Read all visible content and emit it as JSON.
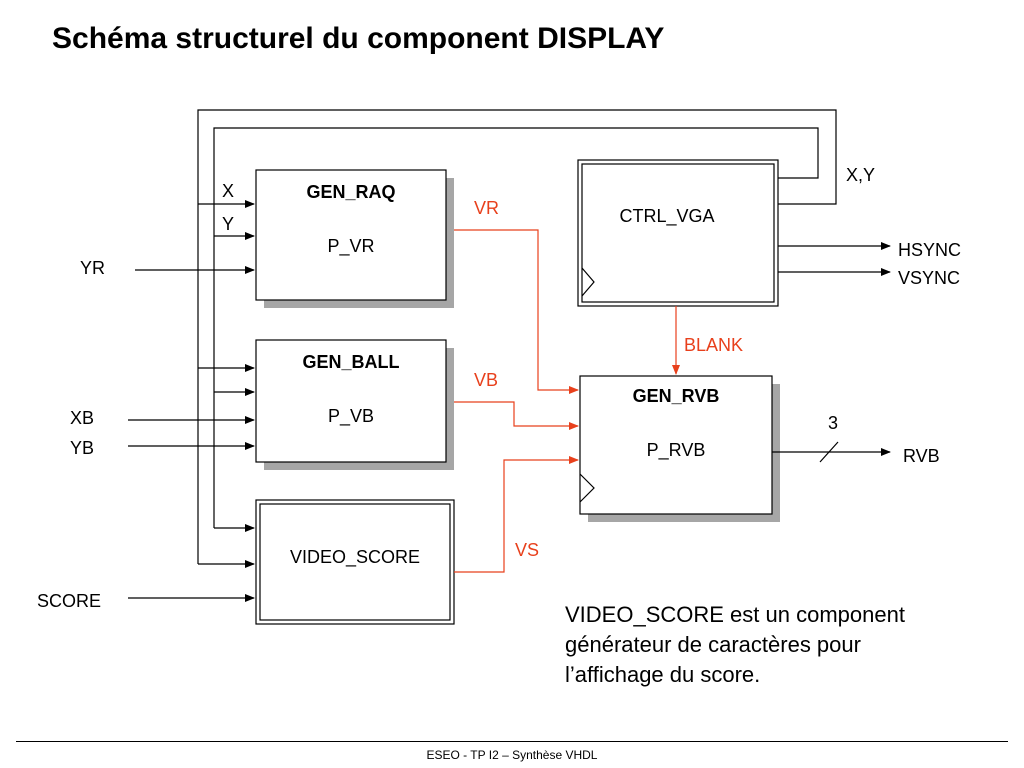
{
  "title": "Schéma structurel du component DISPLAY",
  "colors": {
    "wire": "#000000",
    "signal": "#e8401c",
    "shadow": "#a6a6a6",
    "box_fill": "#ffffff"
  },
  "blocks": {
    "gen_raq": {
      "name": "GEN_RAQ",
      "process": "P_VR"
    },
    "gen_ball": {
      "name": "GEN_BALL",
      "process": "P_VB"
    },
    "video_score": {
      "name": "VIDEO_SCORE"
    },
    "ctrl_vga": {
      "name": "CTRL_VGA"
    },
    "gen_rvb": {
      "name": "GEN_RVB",
      "process": "P_RVB"
    }
  },
  "inputs": {
    "x": "X",
    "y": "Y",
    "yr": "YR",
    "xb": "XB",
    "yb": "YB",
    "score": "SCORE"
  },
  "signals": {
    "vr": "VR",
    "vb": "VB",
    "vs": "VS",
    "blank": "BLANK",
    "xy": "X,Y"
  },
  "outputs": {
    "hsync": "HSYNC",
    "vsync": "VSYNC",
    "rvb": "RVB",
    "bus_width": "3"
  },
  "note": {
    "line1": "VIDEO_SCORE est un component",
    "line2": "générateur de caractères pour",
    "line3": "l’affichage du score."
  },
  "footer": "ESEO - TP I2 – Synthèse VHDL"
}
